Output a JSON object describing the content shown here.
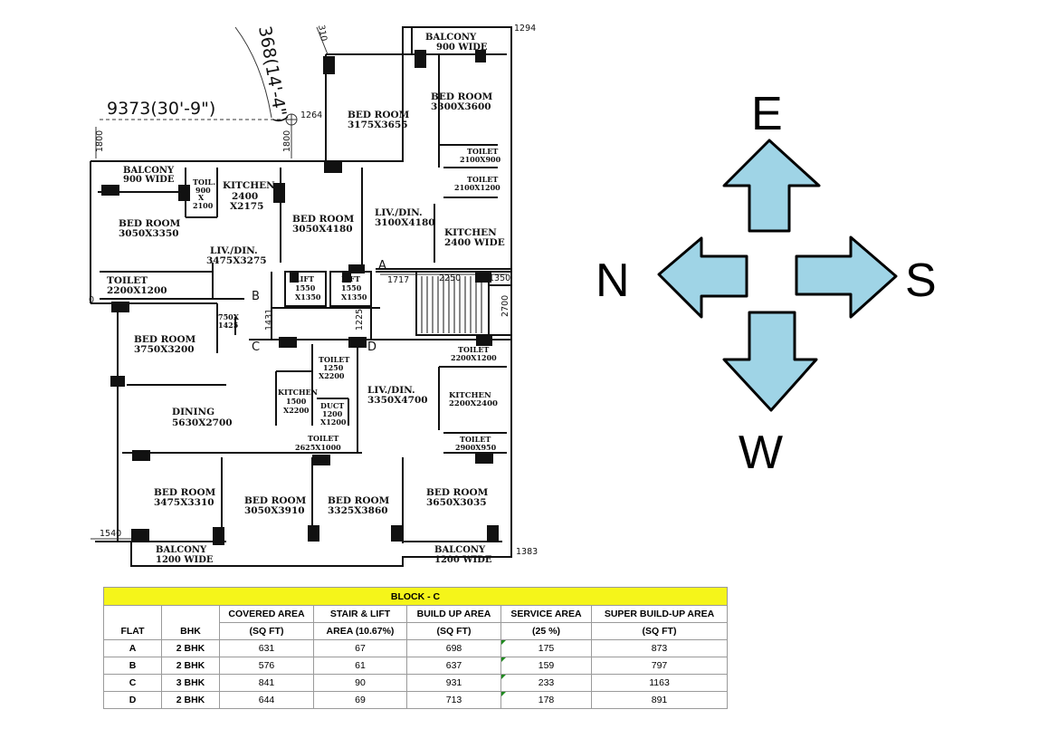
{
  "plan": {
    "overall_width": "9373(30'-9\")",
    "diag_dim": "368(14'-4\")",
    "dims": {
      "d310": "310",
      "d1264": "1264",
      "d1800a": "1800",
      "d1800b": "1800",
      "d1717": "1717",
      "d2250": "2250",
      "d1350": "1350",
      "d2700": "2700",
      "d1431": "1431",
      "d1225": "1225",
      "d1540": "1540",
      "d1383": "1383",
      "d1294": "1294",
      "d0": "0"
    },
    "points": {
      "A": "A",
      "B": "B",
      "C": "C",
      "D": "D"
    },
    "rooms": [
      {
        "name": "BALCONY",
        "size": "900 WIDE"
      },
      {
        "name": "BED ROOM",
        "size": "3300X3600"
      },
      {
        "name": "BED ROOM",
        "size": "3175X3655"
      },
      {
        "name": "TOILET",
        "size": "2100X900"
      },
      {
        "name": "TOILET",
        "size": "2100X1200"
      },
      {
        "name": "BALCONY",
        "size": "900 WIDE"
      },
      {
        "name": "TOIL.",
        "size": "900",
        "extra": "X",
        "extra2": "2100"
      },
      {
        "name": "KITCHEN",
        "size": "2400",
        "extra": "X2175"
      },
      {
        "name": "BED ROOM",
        "size": "3050X3350"
      },
      {
        "name": "BED ROOM",
        "size": "3050X4180"
      },
      {
        "name": "LIV./DIN.",
        "size": "3100X4180"
      },
      {
        "name": "KITCHEN",
        "size": "2400 WIDE"
      },
      {
        "name": "LIV./DIN.",
        "size": "3475X3275"
      },
      {
        "name": "TOILET",
        "size": "2200X1200"
      },
      {
        "name": "LIFT",
        "size": "1550",
        "extra": "X1350"
      },
      {
        "name": "LIFT",
        "size": "1550",
        "extra": "X1350"
      },
      {
        "name": "BED ROOM",
        "size": "3750X3200"
      },
      {
        "name": "750X",
        "size": "1425"
      },
      {
        "name": "TOILET",
        "size": "2200X1200"
      },
      {
        "name": "TOILET",
        "size": "1250",
        "extra": "X2200"
      },
      {
        "name": "KITCHEN",
        "size": "1500",
        "extra": "X2200"
      },
      {
        "name": "DUCT",
        "size": "1200",
        "extra": "X1200"
      },
      {
        "name": "LIV./DIN.",
        "size": "3350X4700"
      },
      {
        "name": "KITCHEN",
        "size": "2200X2400"
      },
      {
        "name": "DINING",
        "size": "5630X2700"
      },
      {
        "name": "TOILET",
        "size": "2625X1000"
      },
      {
        "name": "TOILET",
        "size": "2900X950"
      },
      {
        "name": "BED ROOM",
        "size": "3475X3310"
      },
      {
        "name": "BED ROOM",
        "size": "3050X3910"
      },
      {
        "name": "BED ROOM",
        "size": "3325X3860"
      },
      {
        "name": "BED ROOM",
        "size": "3650X3035"
      },
      {
        "name": "BALCONY",
        "size": "1200 WIDE"
      },
      {
        "name": "BALCONY",
        "size": "1200 WIDE"
      }
    ]
  },
  "compass": {
    "east": "E",
    "north": "N",
    "south": "S",
    "west": "W",
    "arrow_fill": "#9fd4e6",
    "arrow_stroke": "#000000"
  },
  "table": {
    "title": "BLOCK - C",
    "title_bg": "#f5f51a",
    "headers": {
      "flat": "FLAT",
      "bhk": "BHK",
      "covered_1": "COVERED AREA",
      "covered_2": "(SQ FT)",
      "stair_1": "STAIR & LIFT",
      "stair_2": "AREA (10.67%)",
      "buildup_1": "BUILD UP AREA",
      "buildup_2": "(SQ FT)",
      "service_1": "SERVICE AREA",
      "service_2": "(25 %)",
      "super_1": "SUPER BUILD-UP AREA",
      "super_2": "(SQ FT)"
    },
    "rows": [
      {
        "flat": "A",
        "bhk": "2 BHK",
        "covered": "631",
        "stair": "67",
        "buildup": "698",
        "service": "175",
        "super": "873"
      },
      {
        "flat": "B",
        "bhk": "2 BHK",
        "covered": "576",
        "stair": "61",
        "buildup": "637",
        "service": "159",
        "super": "797"
      },
      {
        "flat": "C",
        "bhk": "3 BHK",
        "covered": "841",
        "stair": "90",
        "buildup": "931",
        "service": "233",
        "super": "1163"
      },
      {
        "flat": "D",
        "bhk": "2 BHK",
        "covered": "644",
        "stair": "69",
        "buildup": "713",
        "service": "178",
        "super": "891"
      }
    ]
  }
}
